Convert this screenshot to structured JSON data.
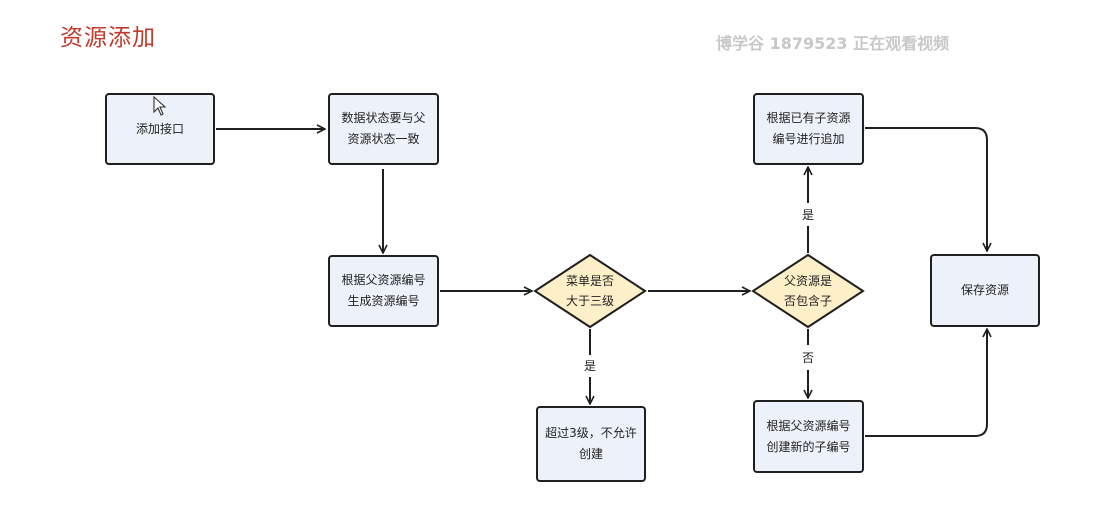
{
  "header": {
    "title": "资源添加",
    "watermark": "博学谷 1879523 正在观看视频"
  },
  "diagram": {
    "nodes": {
      "add_api": "添加接口",
      "status_same": "数据状态要与父\n资源状态一致",
      "gen_code": "根据父资源编号\n生成资源编号",
      "menu_over3": "菜单是否\n大于三级",
      "no_create": "超过3级，不允许\n创建",
      "has_child": "父资源是\n否包含子",
      "by_existing": "根据已有子资源\n编号进行追加",
      "create_new": "根据父资源编号\n创建新的子编号",
      "save": "保存资源"
    },
    "edge_labels": {
      "over3_yes": "是",
      "haschild_yes": "是",
      "haschild_no": "否"
    },
    "colors": {
      "box_fill": "#edf2fa",
      "diamond_fill": "#fdefc8",
      "stroke": "#1f1f1f",
      "title": "#c0392b"
    }
  }
}
